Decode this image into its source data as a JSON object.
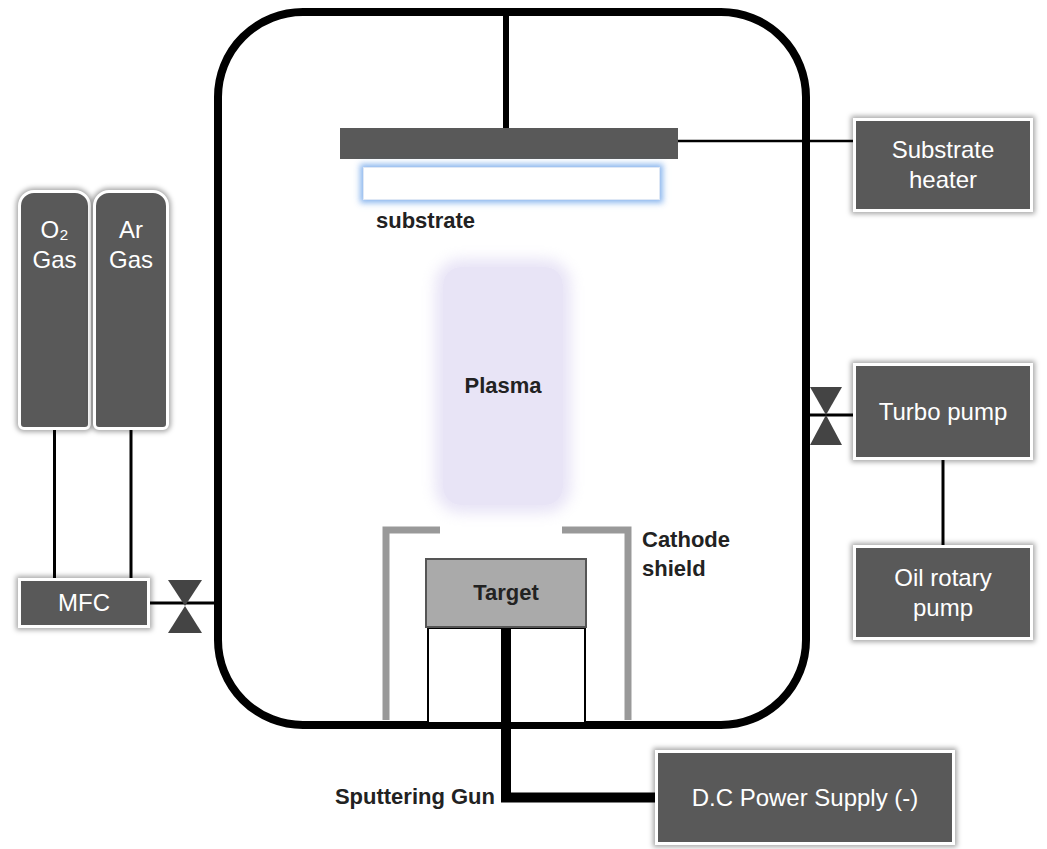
{
  "diagram": {
    "nodes": [
      {
        "text": [
          "O₂ Gas"
        ]
      },
      {
        "text": [
          "Ar Gas"
        ]
      },
      {
        "text": [
          "Substrate heater"
        ]
      },
      {
        "text": [
          "substrate"
        ]
      },
      {
        "text": [
          "Plasma"
        ]
      },
      {
        "text": [
          "Turbo pump"
        ]
      },
      {
        "text": [
          "Oil rotary pump"
        ]
      },
      {
        "text": [
          "Target"
        ]
      },
      {
        "text": [
          "MFC"
        ]
      },
      {
        "text": [
          "D.C Power Supply (-)"
        ]
      }
    ],
    "edges": [
      {
        "from": 0,
        "to": 8,
        "arrow": "none"
      },
      {
        "from": 1,
        "to": 8,
        "arrow": "none"
      },
      {
        "from": 5,
        "to": 6,
        "arrow": "none"
      },
      {
        "from": 7,
        "to": 9,
        "arrow": "none"
      }
    ],
    "labels": [
      "Cathode shield",
      "Sputtering Gun"
    ]
  }
}
